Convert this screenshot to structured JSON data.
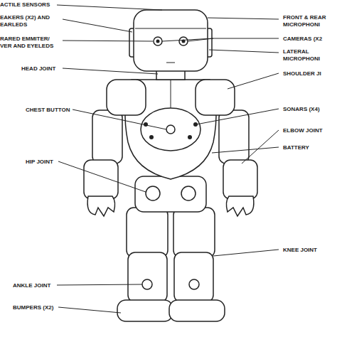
{
  "diagram": {
    "labels": [
      "ACTILE SENSORS",
      "EAKERS (X2) AND EARLEDS",
      "RARED EMMITER/ VER AND EYELEDS",
      "HEAD JOINT",
      "CHEST BUTTON",
      "HIP JOINT",
      "ANKLE JOINT",
      "BUMPERS (X2)",
      "FRONT & REAR MICROPHONI",
      "CAMERAS (X2",
      "LATERAL MICROPHONI",
      "SHOULDER JI",
      "SONARS (X4)",
      "ELBOW JOINT",
      "BATTERY",
      "KNEE JOINT"
    ]
  }
}
